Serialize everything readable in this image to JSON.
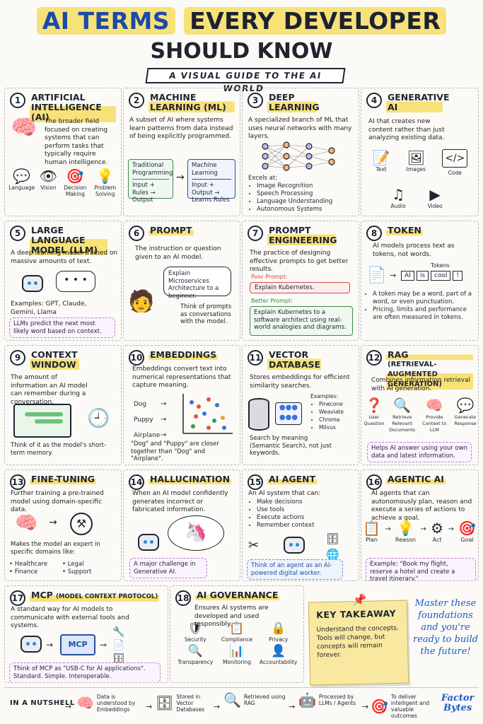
{
  "header": {
    "title_part1": "AI TERMS",
    "title_part2": "EVERY DEVELOPER",
    "title_line2": "SHOULD KNOW",
    "subtitle": "A VISUAL GUIDE TO THE AI WORLD"
  },
  "cards": {
    "c1": {
      "num": "1",
      "title": "ARTIFICIAL INTELLIGENCE (AI)",
      "desc": "The broader field focused on creating systems that can perform tasks that typically require human intelligence.",
      "icons": [
        {
          "label": "Language",
          "icon": "chat-icon"
        },
        {
          "label": "Vision",
          "icon": "eye-icon"
        },
        {
          "label": "Decision Making",
          "icon": "target-icon"
        },
        {
          "label": "Problem Solving",
          "icon": "lightbulb-icon"
        }
      ]
    },
    "c2": {
      "num": "2",
      "title": "MACHINE LEARNING (ML)",
      "desc": "A subset of AI where systems learn patterns from data instead of being explicitly programmed.",
      "box_left_title": "Traditional Programming",
      "box_left_body": "Input + Rules → Output",
      "box_right_title": "Machine Learning",
      "box_right_body": "Input + Output → Learns Rules"
    },
    "c3": {
      "num": "3",
      "title": "DEEP LEARNING",
      "desc": "A specialized branch of ML that uses neural networks with many layers.",
      "excels": "Excels at:",
      "bullets": [
        "Image Recognition",
        "Speech Processing",
        "Language Understanding",
        "Autonomous Systems"
      ]
    },
    "c4": {
      "num": "4",
      "title": "GENERATIVE AI",
      "desc": "AI that creates new content rather than just analyzing existing data.",
      "icons": [
        {
          "label": "Text",
          "icon": "pencil-icon"
        },
        {
          "label": "Images",
          "icon": "image-icon"
        },
        {
          "label": "Code",
          "icon": "code-icon"
        },
        {
          "label": "Audio",
          "icon": "music-icon"
        },
        {
          "label": "Video",
          "icon": "play-icon"
        }
      ]
    },
    "c5": {
      "num": "5",
      "title": "LARGE LANGUAGE MODEL (LLM)",
      "desc": "A deep learning model trained on massive amounts of text.",
      "examples": "Examples: GPT, Claude, Gemini, Llama",
      "note": "LLMs predict the next most likely word based on context."
    },
    "c6": {
      "num": "6",
      "title": "PROMPT",
      "desc": "The instruction or question given to an AI model.",
      "bubble": "Explain Microservices Architecture to a beginner.",
      "foot": "Think of prompts as conversations with the model."
    },
    "c7": {
      "num": "7",
      "title": "PROMPT ENGINEERING",
      "desc": "The practice of designing effective prompts to get better results.",
      "poor_label": "Poor Prompt:",
      "poor": "Explain Kubernetes.",
      "better_label": "Better Prompt:",
      "better": "Explain Kubernetes to a software architect using real-world analogies and diagrams."
    },
    "c8": {
      "num": "8",
      "title": "TOKEN",
      "desc": "AI models process text as tokens, not words.",
      "tokens_label": "Tokens",
      "tokens": [
        "AI",
        "is",
        "cool",
        "!"
      ],
      "bullets": [
        "A token may be a word, part of a word, or even punctuation.",
        "Pricing, limits and performance are often measured in tokens."
      ]
    },
    "c9": {
      "num": "9",
      "title": "CONTEXT WINDOW",
      "desc": "The amount of information an AI model can remember during a conversation.",
      "foot": "Think of it as the model's short-term memory."
    },
    "c10": {
      "num": "10",
      "title": "EMBEDDINGS",
      "desc": "Embeddings convert text into numerical representations that capture meaning.",
      "words": [
        "Dog",
        "Puppy",
        "Airplane"
      ],
      "foot": "\"Dog\" and \"Puppy\" are closer together than \"Dog\" and \"Airplane\"."
    },
    "c11": {
      "num": "11",
      "title": "VECTOR DATABASE",
      "desc": "Stores embeddings for efficient similarity searches.",
      "examples_label": "Examples:",
      "examples": [
        "Pinecone",
        "Weaviate",
        "Chroma",
        "Milvus"
      ],
      "foot": "Search by meaning (Semantic Search), not just keywords."
    },
    "c12": {
      "num": "12",
      "title": "RAG",
      "subtitle": "(RETRIEVAL-AUGMENTED GENERATION)",
      "desc": "Combines information retrieval with AI generation.",
      "steps": [
        "User Question",
        "Retrieve Relevant Documents",
        "Provide Context to LLM",
        "Generate Response"
      ],
      "note": "Helps AI answer using your own data and latest information."
    },
    "c13": {
      "num": "13",
      "title": "FINE-TUNING",
      "desc": "Further training a pre-trained model using domain-specific data.",
      "expert": "Makes the model an expert in specific domains like:",
      "bullets": [
        "Healthcare",
        "Legal",
        "Finance",
        "Support"
      ]
    },
    "c14": {
      "num": "14",
      "title": "HALLUCINATION",
      "desc": "When an AI model confidently generates incorrect or fabricated information.",
      "note": "A major challenge in Generative AI."
    },
    "c15": {
      "num": "15",
      "title": "AI AGENT",
      "desc": "An AI system that can:",
      "bullets": [
        "Make decisions",
        "Use tools",
        "Execute actions",
        "Remember context"
      ],
      "note": "Think of an agent as an AI-powered digital worker."
    },
    "c16": {
      "num": "16",
      "title": "AGENTIC AI",
      "desc": "AI agents that can autonomously plan, reason and execute a series of actions to achieve a goal.",
      "steps": [
        "Plan",
        "Reason",
        "Act",
        "Goal"
      ],
      "note": "Example: \"Book my flight, reserve a hotel and create a travel itinerary.\""
    },
    "c17": {
      "num": "17",
      "title": "MCP",
      "title_small": "(MODEL CONTEXT PROTOCOL)",
      "desc": "A standard way for AI models to communicate with external tools and systems.",
      "mcp_label": "MCP",
      "note": "Think of MCP as \"USB-C for AI applications\". Standard. Simple. Interoperable."
    },
    "c18": {
      "num": "18",
      "title": "AI GOVERNANCE",
      "desc": "Ensures AI systems are developed and used responsibly.",
      "icons": [
        {
          "label": "Security",
          "icon": "shield-icon"
        },
        {
          "label": "Compliance",
          "icon": "clipboard-icon"
        },
        {
          "label": "Privacy",
          "icon": "lock-icon"
        },
        {
          "label": "Transparency",
          "icon": "magnifier-icon"
        },
        {
          "label": "Monitoring",
          "icon": "bar-chart-icon"
        },
        {
          "label": "Accountability",
          "icon": "person-icon"
        }
      ]
    }
  },
  "key_takeaway": {
    "title": "KEY TAKEAWAY",
    "body": "Understand the concepts. Tools will change, but concepts will remain forever."
  },
  "closing": "Master these foundations and you're ready to build the future!",
  "nutshell": {
    "title": "IN A NUTSHELL",
    "steps": [
      "Data is understood by Embeddings",
      "Stored in Vector Databases",
      "Retrieved using RAG",
      "Processed by LLMs / Agents",
      "To deliver intelligent and valuable outcomes"
    ],
    "brand_line1": "Factor",
    "brand_line2": "Bytes"
  }
}
